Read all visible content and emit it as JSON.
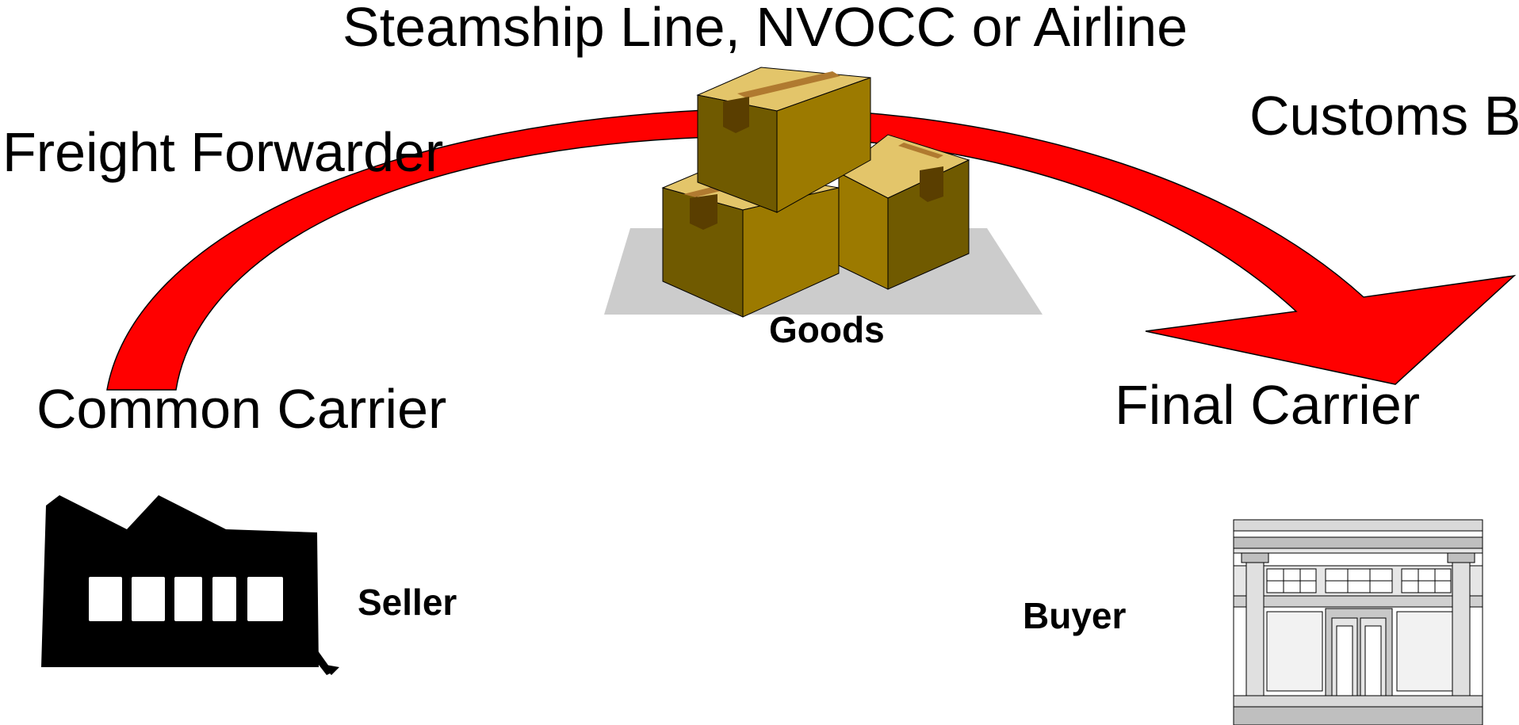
{
  "labels": {
    "steamship": "Steamship Line, NVOCC or Airline",
    "freight_forwarder": "Freight Forwarder",
    "customs": "Customs B",
    "common_carrier": "Common Carrier",
    "final_carrier": "Final Carrier",
    "goods": "Goods",
    "seller": "Seller",
    "buyer": "Buyer"
  },
  "colors": {
    "arrow": "#ff0000",
    "box_light": "#e3c56a",
    "box_mid": "#9c7a00",
    "box_dark": "#705a00",
    "tape": "#b07a30",
    "shadow": "#cccccc",
    "factory": "#000000",
    "text": "#000000"
  },
  "icons": [
    "curved-arrow-icon",
    "boxes-icon",
    "factory-icon",
    "storefront-icon"
  ]
}
